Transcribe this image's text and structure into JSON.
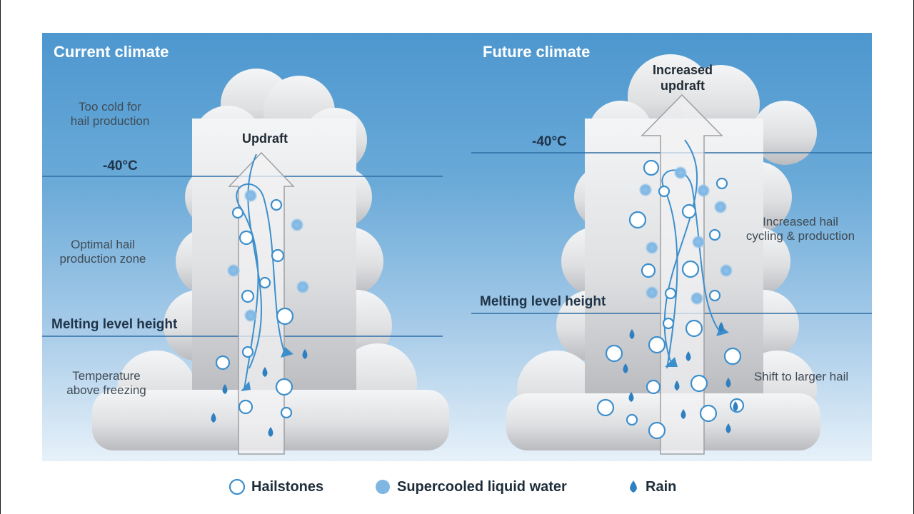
{
  "panels": {
    "current": {
      "title": "Current climate",
      "updraft_label": "Updraft",
      "temp_label": "-40°C",
      "too_cold": [
        "Too cold for",
        "hail production"
      ],
      "optimal": [
        "Optimal hail",
        "production zone"
      ],
      "melting_label": "Melting level height",
      "above_freezing": [
        "Temperature",
        "above freezing"
      ]
    },
    "future": {
      "title": "Future climate",
      "updraft_label": [
        "Increased",
        "updraft"
      ],
      "temp_label": "-40°C",
      "increased_hail": [
        "Increased hail",
        "cycling & production"
      ],
      "melting_label": "Melting level height",
      "shift_label": "Shift to larger hail"
    }
  },
  "legend": {
    "hailstones": "Hailstones",
    "supercooled": "Supercooled liquid water",
    "rain": "Rain"
  },
  "colors": {
    "sky_top": "#4d97cf",
    "sky_bottom": "#e7f1f9",
    "cloud": "#d9dadc",
    "level_line": "#2f6fa6",
    "hail_stroke": "#3d8fcc",
    "supercooled": "#7fb6e2",
    "rain": "#2f80c1",
    "path": "#3d8fcc"
  }
}
